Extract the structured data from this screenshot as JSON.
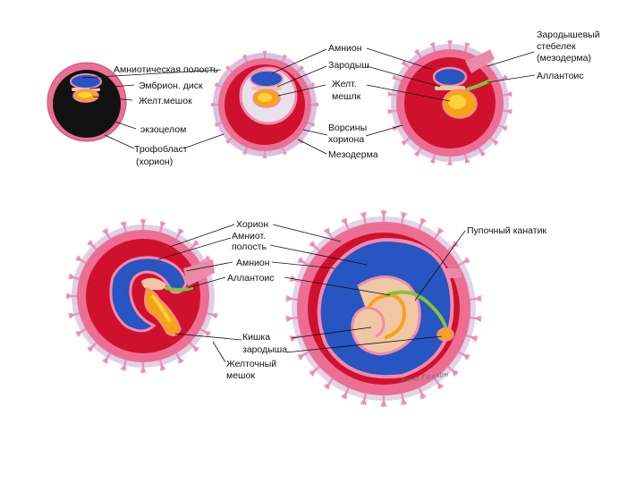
{
  "colors": {
    "trophoblast": "#ec6f93",
    "trophoblast_dark": "#d64d77",
    "villi": "#f08ab0",
    "mesoderm_halo": "#c9a7c9",
    "exocoelom": "#d0112d",
    "exocoelom_dark": "#a50a22",
    "amnion_cavity": "#2755c2",
    "amnion_cavity_light": "#4a78dc",
    "yolk": "#f6a21a",
    "yolk_light": "#ffd23c",
    "embryo": "#f0c7a3",
    "allantois": "#86c23a",
    "black_cavity": "#121212"
  },
  "labels": {
    "s1_amniotic_cavity": "Амниотическая полость",
    "s1_embryo_disc": "Эмбрион. диск",
    "s1_yolk_sac": "Желт.мешок",
    "s1_exocoelom": "экзоцелом",
    "s1_trophoblast_1": "Трофобласт",
    "s1_trophoblast_2": "(хорион)",
    "s2_amnion": "Амнион",
    "s2_embryo": "Зародыш",
    "s2_yolk_1": "Желт.",
    "s2_yolk_2": "мешлк",
    "s2_villi_1": "Ворсины",
    "s2_villi_2": "хориона",
    "s2_mesoderm": "Мезодерма",
    "s3_stalk_1": "Зародышевый",
    "s3_stalk_2": "стебелек",
    "s3_stalk_3": "(мезодерма)",
    "s3_allantois": "Аллантоис",
    "s4_chorion": "Хорион",
    "s4_amnion_cavity_1": "Амниот.",
    "s4_amnion_cavity_2": "полость",
    "s4_amnion": "Амнион",
    "s4_allantois": "Аллантоис",
    "s4_gut_1": "Кишка",
    "s4_gut_2": "зародыша",
    "s4_yolk_1": "Желточный",
    "s4_yolk_2": "мешок",
    "s5_umbilical_cord": "Пупочный канатик"
  },
  "signature": "Анна Галлан"
}
